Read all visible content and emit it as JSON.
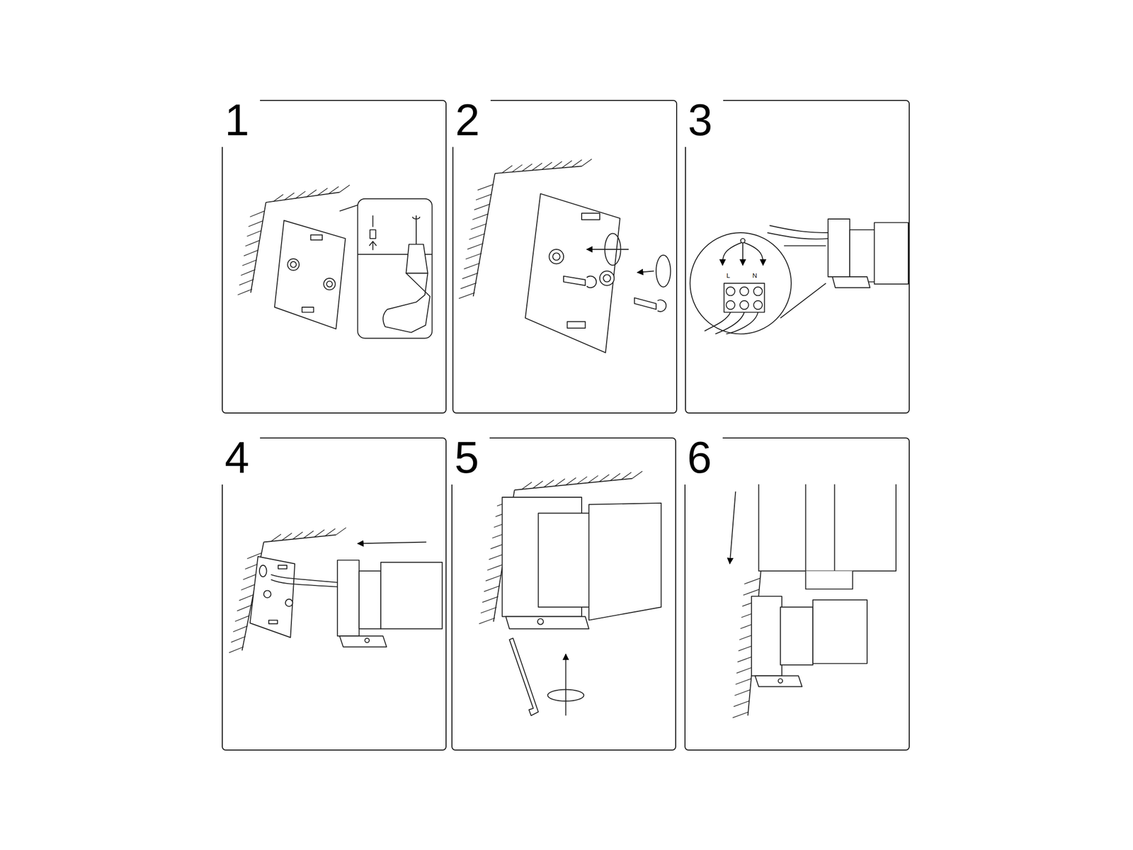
{
  "diagram": {
    "nodes": [
      {
        "text": [
          "1"
        ]
      },
      {
        "text": [
          "2"
        ]
      },
      {
        "text": [
          "3"
        ]
      },
      {
        "text": [
          "4"
        ]
      },
      {
        "text": [
          "5"
        ]
      },
      {
        "text": [
          "6"
        ]
      }
    ],
    "labels": [
      "L",
      "N"
    ]
  }
}
